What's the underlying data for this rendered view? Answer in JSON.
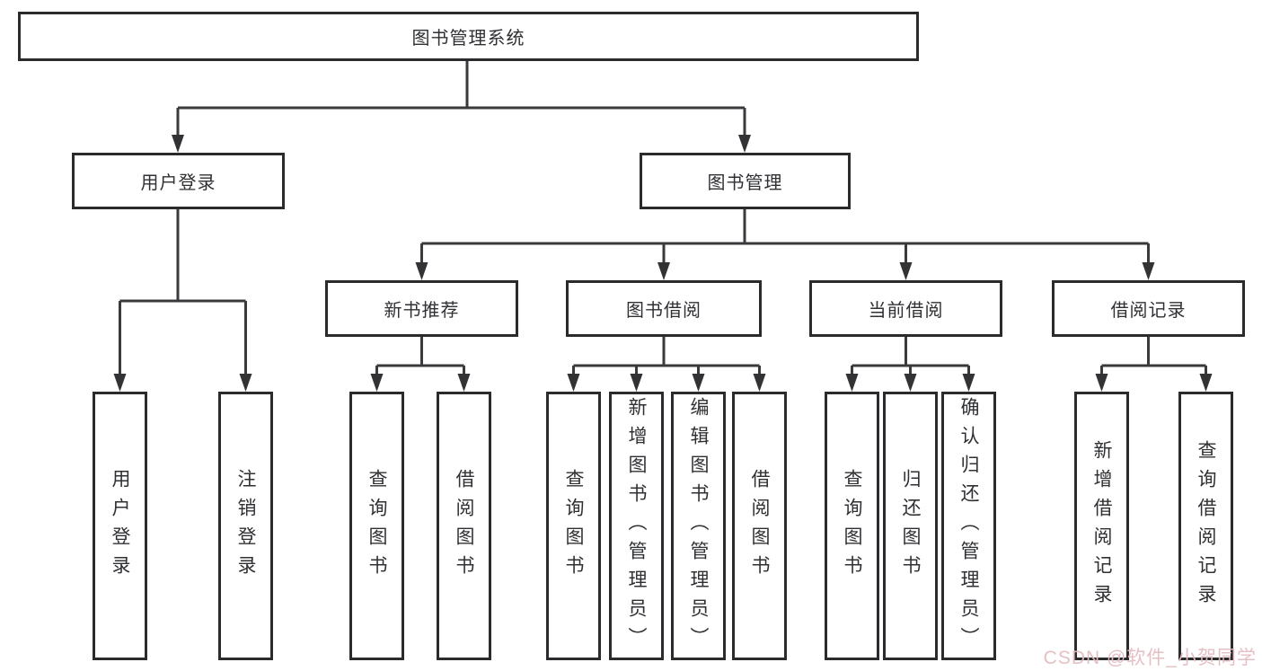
{
  "tree": {
    "label": "图书管理系统",
    "children": [
      {
        "label": "用户登录",
        "children": [
          {
            "label": "用户登录"
          },
          {
            "label": "注销登录"
          }
        ]
      },
      {
        "label": "图书管理",
        "children": [
          {
            "label": "新书推荐",
            "children": [
              {
                "label": "查询图书"
              },
              {
                "label": "借阅图书"
              }
            ]
          },
          {
            "label": "图书借阅",
            "children": [
              {
                "label": "查询图书"
              },
              {
                "label": "新增图书（管理员）"
              },
              {
                "label": "编辑图书（管理员）"
              },
              {
                "label": "借阅图书"
              }
            ]
          },
          {
            "label": "当前借阅",
            "children": [
              {
                "label": "查询图书"
              },
              {
                "label": "归还图书"
              },
              {
                "label": "确认归还（管理员）"
              }
            ]
          },
          {
            "label": "借阅记录",
            "children": [
              {
                "label": "新增借阅记录"
              },
              {
                "label": "查询借阅记录"
              }
            ]
          }
        ]
      }
    ]
  },
  "watermark": {
    "text": "CSDN @软件_小贺同学",
    "color": "#e5bcc1"
  },
  "colors": {
    "line": "#3a3a3c",
    "border": "#2b2b2d",
    "text": "#2f3033",
    "background": "#ffffff"
  }
}
